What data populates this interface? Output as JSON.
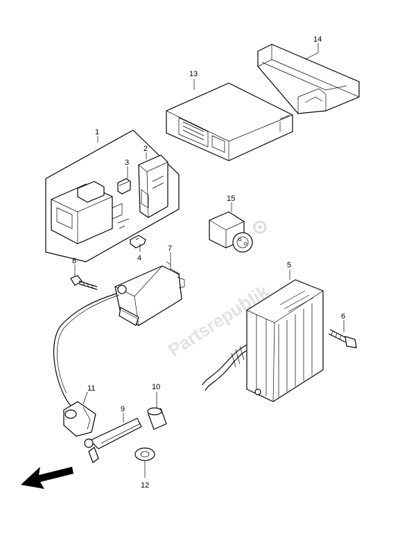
{
  "watermark": "Partsrepublik",
  "parts": [
    {
      "id": "1",
      "label": "1"
    },
    {
      "id": "2",
      "label": "2"
    },
    {
      "id": "3",
      "label": "3"
    },
    {
      "id": "4",
      "label": "4"
    },
    {
      "id": "5",
      "label": "5"
    },
    {
      "id": "6",
      "label": "6"
    },
    {
      "id": "7",
      "label": "7"
    },
    {
      "id": "8",
      "label": "8"
    },
    {
      "id": "9",
      "label": "9"
    },
    {
      "id": "10",
      "label": "10"
    },
    {
      "id": "11",
      "label": "11"
    },
    {
      "id": "12",
      "label": "12"
    },
    {
      "id": "13",
      "label": "13"
    },
    {
      "id": "14",
      "label": "14"
    },
    {
      "id": "15",
      "label": "15"
    }
  ]
}
